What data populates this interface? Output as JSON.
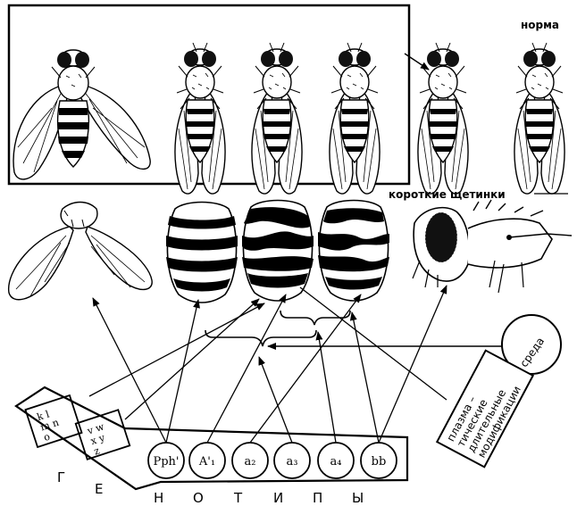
{
  "labels": {
    "norm": "норма",
    "short_bristles": "короткие щетинки",
    "environment": "среда",
    "plasma_box": [
      "плазма –",
      "тические",
      "длительные",
      "модификации"
    ]
  },
  "genome_letters": {
    "box1": [
      "k  l",
      "m  n",
      "o"
    ],
    "box2": [
      "v  w",
      "x  y",
      "z"
    ]
  },
  "genes": [
    "Pph'",
    "A'₁",
    "a₂",
    "a₃",
    "a₄",
    "bb"
  ],
  "bottom_word_left": [
    "Г",
    "Е"
  ],
  "bottom_word_right": [
    "Н",
    "О",
    "Т",
    "И",
    "П",
    "Ы"
  ]
}
